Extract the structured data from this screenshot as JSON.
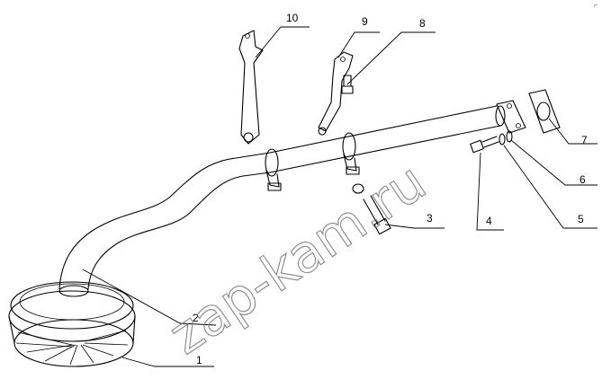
{
  "diagram": {
    "watermark": "zap-kam.ru",
    "callouts": [
      "1",
      "2",
      "3",
      "4",
      "5",
      "6",
      "7",
      "8",
      "9",
      "10"
    ],
    "corner_mark": "⌐"
  }
}
